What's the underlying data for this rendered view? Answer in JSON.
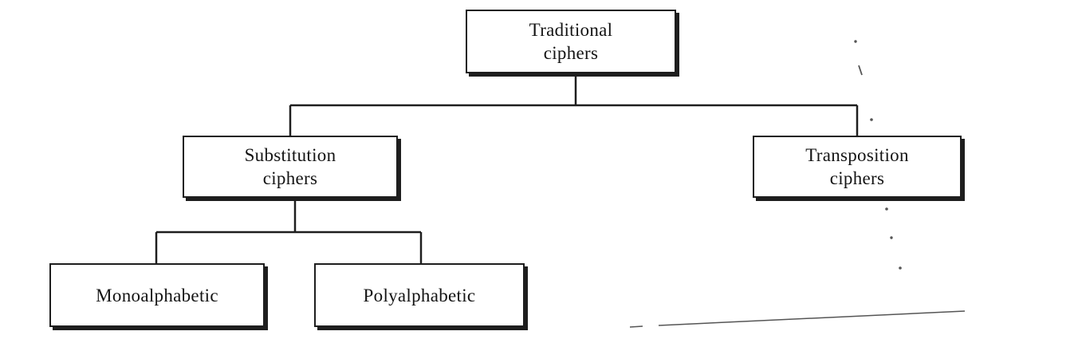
{
  "diagram": {
    "nodes": {
      "root": "Traditional\nciphers",
      "substitution": "Substitution\nciphers",
      "transposition": "Transposition\nciphers",
      "monoalphabetic": "Monoalphabetic",
      "polyalphabetic": "Polyalphabetic"
    },
    "edges": [
      {
        "from": "root",
        "to": "substitution"
      },
      {
        "from": "root",
        "to": "transposition"
      },
      {
        "from": "substitution",
        "to": "monoalphabetic"
      },
      {
        "from": "substitution",
        "to": "polyalphabetic"
      }
    ]
  }
}
